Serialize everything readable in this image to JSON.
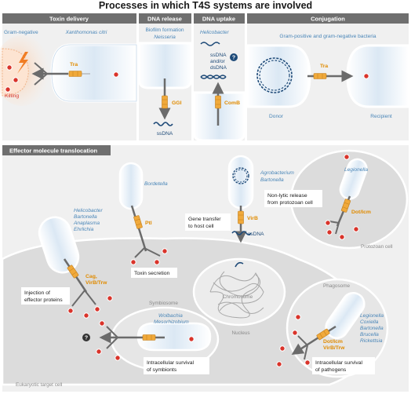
{
  "title": "Processes in which T4S systems are involved",
  "panels": {
    "toxin_delivery": {
      "header": "Toxin delivery",
      "gram_negative": "Gram-negative",
      "xanthomonas": "Xanthomonas citri",
      "killing": "Killing",
      "tra": "Tra"
    },
    "dna_release": {
      "header": "DNA release",
      "biofilm": "Biofilm formation",
      "neisseria": "Neisseria",
      "ggi": "GGI",
      "ssdna": "ssDNA"
    },
    "dna_uptake": {
      "header": "DNA uptake",
      "helicobacter": "Helicobacter",
      "line1": "ssDNA",
      "line2": "and/or",
      "line3": "dsDNA",
      "question": "?",
      "comb": "ComB"
    },
    "conjugation": {
      "header": "Conjugation",
      "subtitle": "Gram-positive and gram-negative bacteria",
      "tra": "Tra",
      "donor": "Donor",
      "recipient": "Recipient"
    },
    "effector": {
      "header": "Effector molecule translocation",
      "bordetella": "Bordetella",
      "ptl": "Ptl",
      "toxin_secretion": "Toxin secretion",
      "agro1": "Agrobacterium",
      "agro2": "Bartonella",
      "virb": "VirB",
      "gene_transfer_1": "Gene transfer",
      "gene_transfer_2": "to host cell",
      "ssdna": "ssDNA",
      "chromosome": "Chromosome",
      "nucleus": "Nucleus",
      "legionella": "Legionella",
      "nonlytic_1": "Non-lytic release",
      "nonlytic_2": "from protozoan cell",
      "doticm": "Dot/Icm",
      "protozoan": "Protozoan cell",
      "hel_list": [
        "Helicobacter",
        "Bartonella",
        "Anaplasma",
        "Ehrlichia"
      ],
      "cag1": "Cag,",
      "cag2": "VirB/Trw",
      "injection_1": "Injection of",
      "injection_2": "effector proteins",
      "symbiosome": "Symbiosome",
      "wolb1": "Wolbachia",
      "wolb2": "Mesorhizobium",
      "question": "?",
      "symb_1": "Intracellular survival",
      "symb_2": "of symbionts",
      "phagosome": "Phagosome",
      "path_list": [
        "Legionella",
        "Coxiella",
        "Bartonella",
        "Brucella",
        "Rickettsia"
      ],
      "dot1": "Dot/Icm",
      "dot2": "VirB/Trw",
      "path_1": "Intracellular survival",
      "path_2": "of pathogens",
      "eukaryotic": "Eukaryotic target cell"
    }
  },
  "colors": {
    "header_bg": "#6f6f6f",
    "panel_bg": "#f0f0f0",
    "cell_fill": "#e3eef8",
    "cell_stroke": "#ffffff",
    "channel": "#f0a93b",
    "arrow": "#6b6b6b",
    "protein": "#d9342b",
    "dna": "#1e4a78",
    "label_blue": "#4a86b8"
  }
}
